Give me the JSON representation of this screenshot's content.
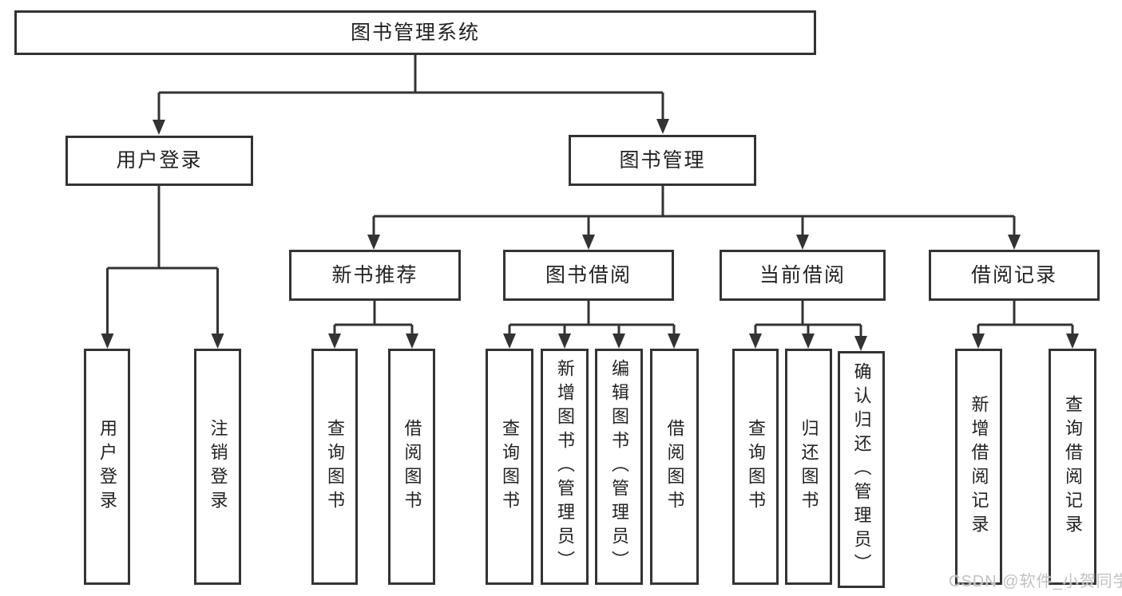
{
  "diagram": {
    "root": {
      "label": "图书管理系统",
      "children": [
        {
          "label": "用户登录",
          "children": [
            {
              "label": "用户登录"
            },
            {
              "label": "注销登录"
            }
          ]
        },
        {
          "label": "图书管理",
          "children": [
            {
              "label": "新书推荐",
              "children": [
                {
                  "label": "查询图书"
                },
                {
                  "label": "借阅图书"
                }
              ]
            },
            {
              "label": "图书借阅",
              "children": [
                {
                  "label": "查询图书"
                },
                {
                  "label": "新增图书（管理员）"
                },
                {
                  "label": "编辑图书（管理员）"
                },
                {
                  "label": "借阅图书"
                }
              ]
            },
            {
              "label": "当前借阅",
              "children": [
                {
                  "label": "查询图书"
                },
                {
                  "label": "归还图书"
                },
                {
                  "label": "确认归还（管理员）"
                }
              ]
            },
            {
              "label": "借阅记录",
              "children": [
                {
                  "label": "新增借阅记录"
                },
                {
                  "label": "查询借阅记录"
                }
              ]
            }
          ]
        }
      ]
    },
    "watermark": "CSDN @软件_小贺同学",
    "colors": {
      "line": "#333333",
      "text": "#222222",
      "background": "#ffffff",
      "watermark": "#c2c2c2"
    }
  }
}
